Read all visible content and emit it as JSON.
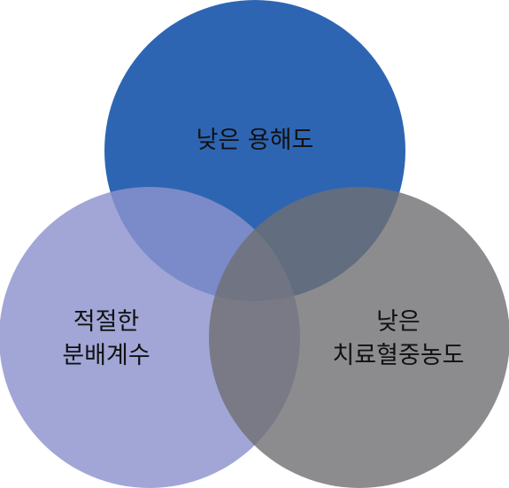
{
  "diagram": {
    "type": "venn-3",
    "circles": [
      {
        "id": "top",
        "label_lines": [
          "낮은 용해도"
        ],
        "color": "#2e65b3"
      },
      {
        "id": "left",
        "label_lines": [
          "적절한",
          "분배계수"
        ],
        "color": "#8c93cd"
      },
      {
        "id": "right",
        "label_lines": [
          "낮은",
          "치료혈중농도"
        ],
        "color": "#6f6f72"
      }
    ]
  }
}
